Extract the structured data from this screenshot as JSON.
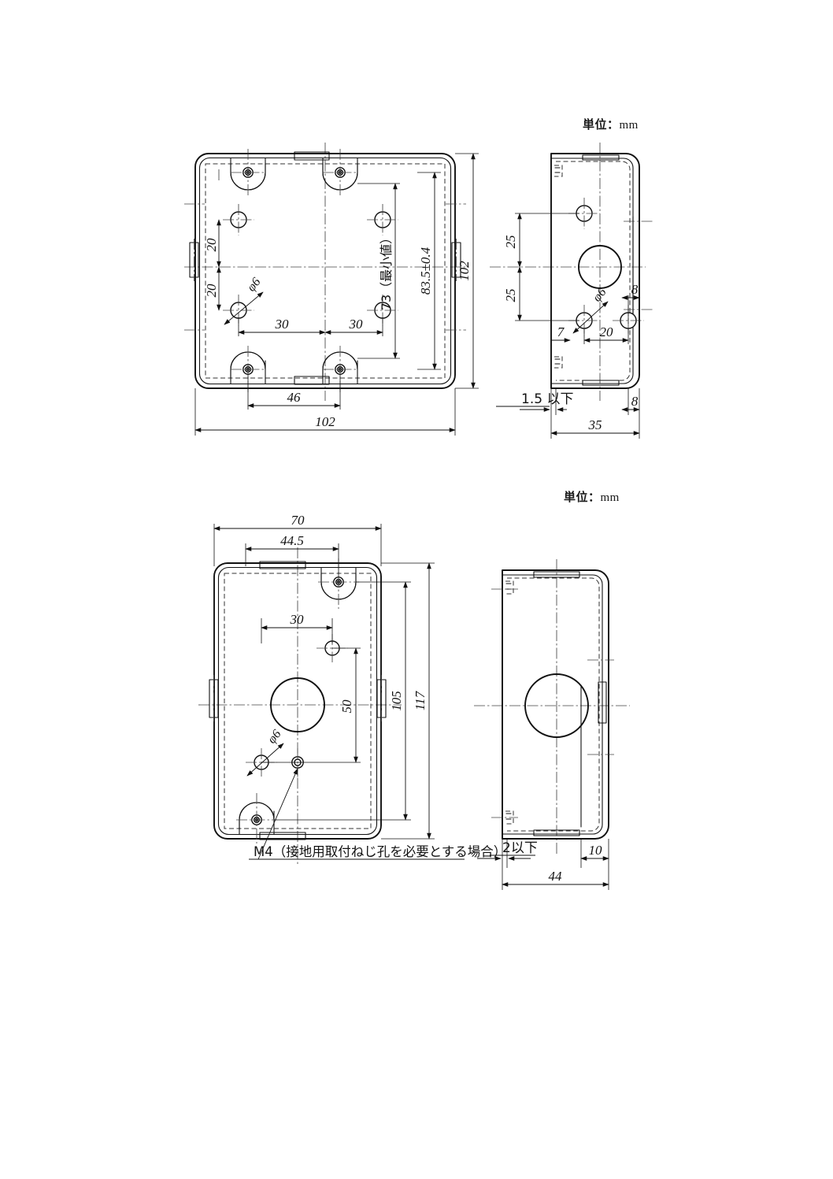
{
  "document": {
    "type": "engineering-drawing",
    "subject": "outlet-box-dimensional-drawing"
  },
  "labels": {
    "unit_top": "単位：",
    "unit_top_mm": "mm",
    "unit_bottom": "単位：",
    "unit_bottom_mm": "mm"
  },
  "views": {
    "square_front": {
      "name": "square-box-front-view",
      "dimensions": {
        "overall_width": "102",
        "overall_height": "102",
        "inner_height": "83.5±0.4",
        "min_height": "73（最小値）",
        "screw_pitch_horizontal": "46",
        "hole_pitch_left": "30",
        "hole_pitch_right": "30",
        "hole_offset_upper": "20",
        "hole_offset_lower": "20",
        "hole_diameter": "φ6"
      }
    },
    "square_side": {
      "name": "square-box-side-view",
      "dimensions": {
        "hole_offset_upper": "25",
        "hole_offset_lower": "25",
        "edge_offset_upper": "8",
        "edge_offset_lower": "8",
        "hole_edge": "7",
        "hole_pitch": "20",
        "depth": "35",
        "flange_thickness": "1.5 以下",
        "hole_diameter": "φ6"
      }
    },
    "rect_front": {
      "name": "rectangular-box-front-view",
      "dimensions": {
        "overall_width": "70",
        "screw_pitch_horizontal": "44.5",
        "hole_pitch": "30",
        "hole_offset_vertical": "50",
        "inner_height": "105",
        "overall_height": "117",
        "hole_diameter": "φ6"
      },
      "note": "M4（接地用取付ねじ孔を必要とする場合）"
    },
    "rect_side": {
      "name": "rectangular-box-side-view",
      "dimensions": {
        "flange_thickness": "2以下",
        "edge_offset": "10",
        "depth": "44"
      }
    }
  },
  "colors": {
    "line": "#111111",
    "paper": "#ffffff",
    "hidden_line": "#333333",
    "center_line": "#444444"
  }
}
